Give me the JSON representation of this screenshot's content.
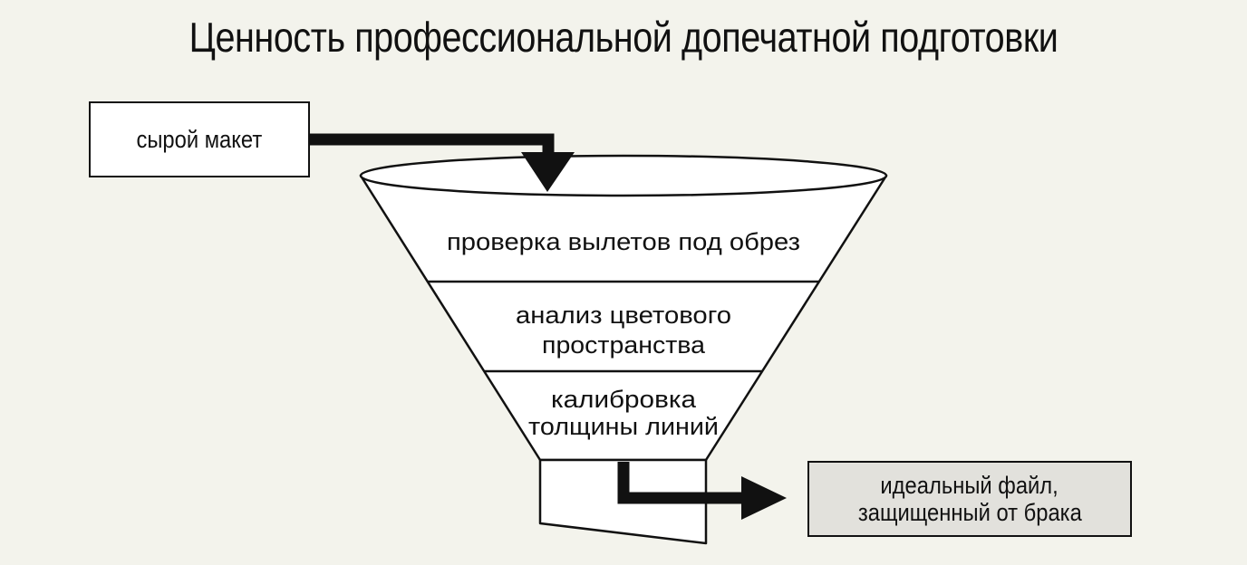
{
  "title": "Ценность профессиональной допечатной подготовки",
  "input": {
    "label": "сырой макет"
  },
  "stages": [
    {
      "lines": [
        "проверка вылетов под обрез"
      ]
    },
    {
      "lines": [
        "анализ цветового",
        "пространства"
      ]
    },
    {
      "lines": [
        "калибровка",
        "толщины линий"
      ]
    }
  ],
  "output": {
    "line1": "идеальный файл,",
    "line2": "защищенный от брака"
  },
  "colors": {
    "background": "#f3f3ec",
    "stroke": "#111111",
    "output_fill": "#e2e1dc",
    "funnel_fill": "#ffffff"
  }
}
